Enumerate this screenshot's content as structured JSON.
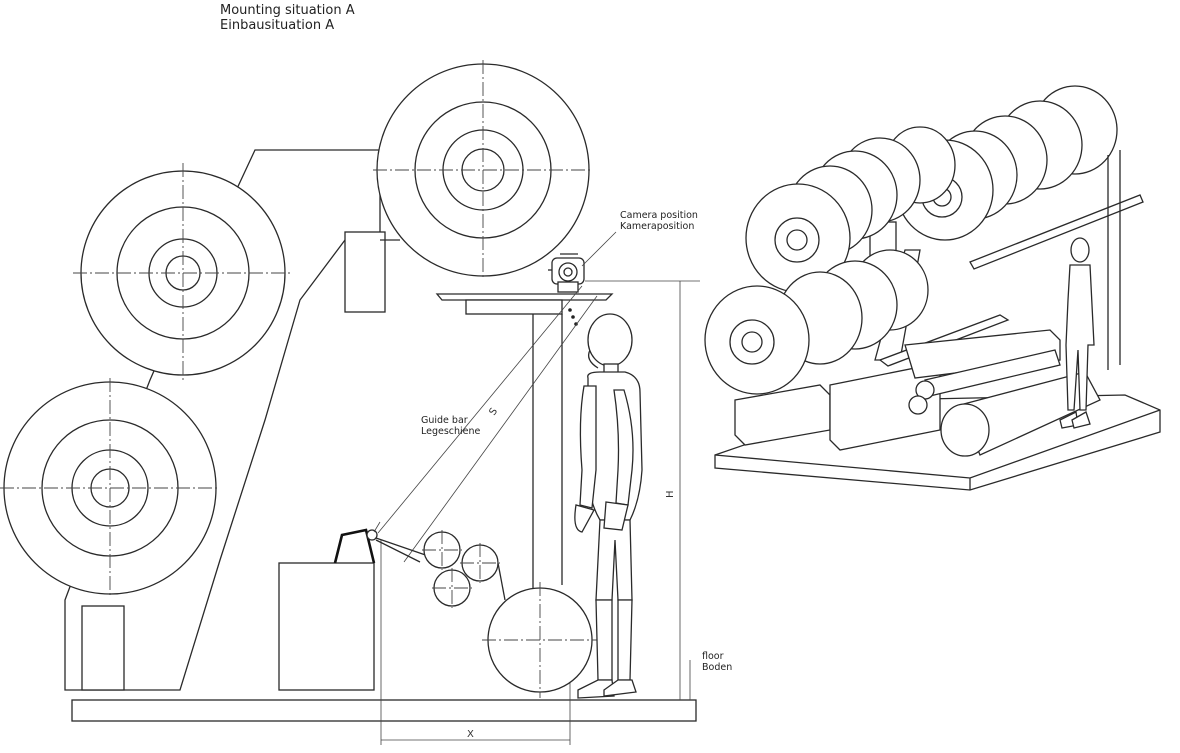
{
  "title": {
    "line1": "Mounting situation A",
    "line2": "Einbausituation A"
  },
  "labels": {
    "camera_en": "Camera position",
    "camera_de": "Kameraposition",
    "guide_en": "Guide bar",
    "guide_de": "Legeschiene",
    "floor_en": "floor",
    "floor_de": "Boden"
  },
  "dimensions": {
    "s": "S",
    "h": "H",
    "x": "X"
  }
}
